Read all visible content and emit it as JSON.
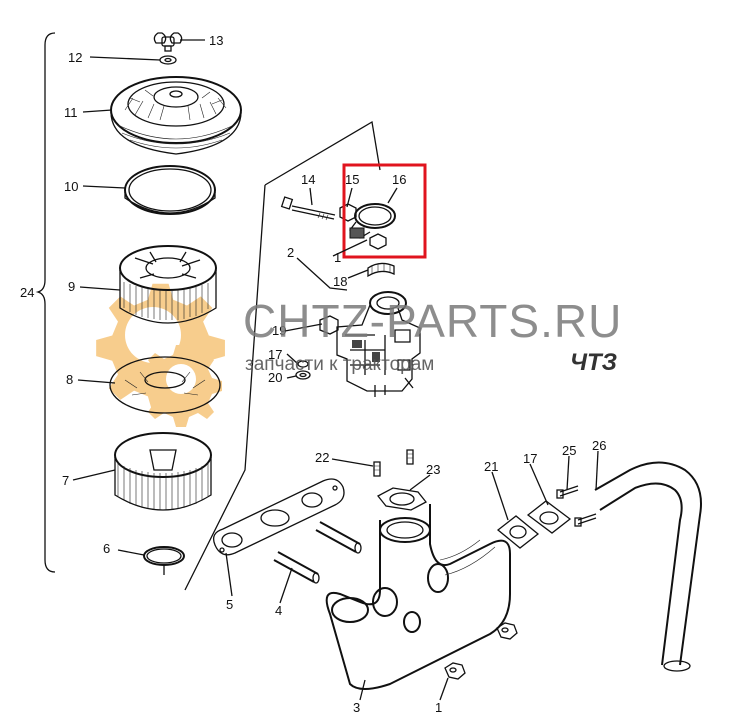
{
  "diagram": {
    "callouts": [
      {
        "id": "c13",
        "text": "13"
      },
      {
        "id": "c12",
        "text": "12"
      },
      {
        "id": "c11",
        "text": "11"
      },
      {
        "id": "c10",
        "text": "10"
      },
      {
        "id": "c9",
        "text": "9"
      },
      {
        "id": "c24",
        "text": "24"
      },
      {
        "id": "c8",
        "text": "8"
      },
      {
        "id": "c7",
        "text": "7"
      },
      {
        "id": "c6",
        "text": "6"
      },
      {
        "id": "c14",
        "text": "14"
      },
      {
        "id": "c15",
        "text": "15"
      },
      {
        "id": "c16",
        "text": "16"
      },
      {
        "id": "c2",
        "text": "2"
      },
      {
        "id": "c1a",
        "text": "1"
      },
      {
        "id": "c18",
        "text": "18"
      },
      {
        "id": "c19",
        "text": "19"
      },
      {
        "id": "c17a",
        "text": "17"
      },
      {
        "id": "c20",
        "text": "20"
      },
      {
        "id": "c22",
        "text": "22"
      },
      {
        "id": "c23",
        "text": "23"
      },
      {
        "id": "c21",
        "text": "21"
      },
      {
        "id": "c17b",
        "text": "17"
      },
      {
        "id": "c25",
        "text": "25"
      },
      {
        "id": "c26",
        "text": "26"
      },
      {
        "id": "c5",
        "text": "5"
      },
      {
        "id": "c4",
        "text": "4"
      },
      {
        "id": "c3",
        "text": "3"
      },
      {
        "id": "c1b",
        "text": "1"
      }
    ],
    "highlight_color": "#e0141e"
  },
  "watermark": {
    "site": "CHTZ-PARTS.RU",
    "tagline": "запчасти к тракторам",
    "brand": "ЧТЗ",
    "gear_color": "#f2a531"
  }
}
